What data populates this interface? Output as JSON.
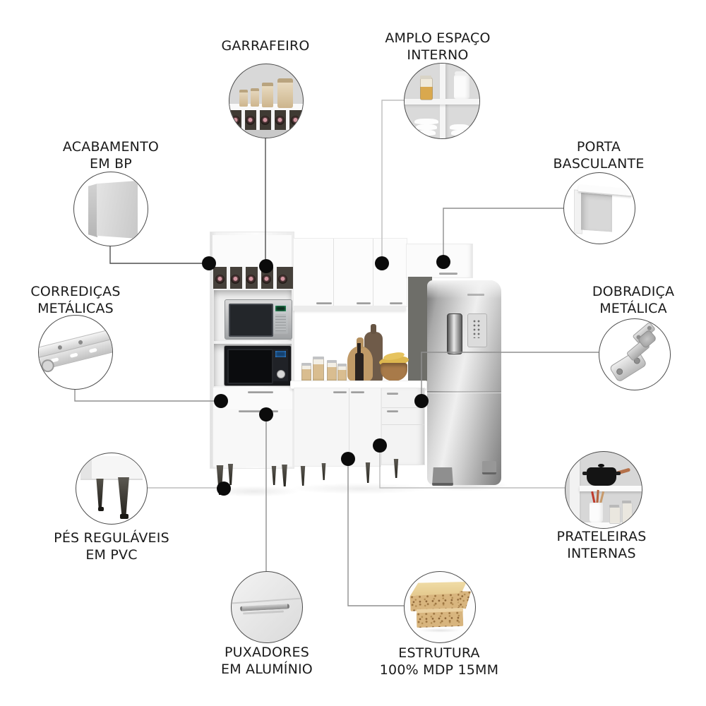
{
  "figure": {
    "type": "product-feature-callout-diagram"
  },
  "colors": {
    "dot": "#0b0b0b",
    "line_dark": "#4f4f4f",
    "line_mid": "#8f8f8f",
    "line_light": "#bdbdbd",
    "text": "#1a1a1a",
    "wood_top": "#ecd49c",
    "mdp_core": "#d8b57e",
    "cabinet_white": "#f8f8f8",
    "stainless": "#c9c9c9"
  },
  "features": [
    {
      "id": "garrafeiro",
      "label": "GARRAFEIRO"
    },
    {
      "id": "amplo-espaco",
      "label": "AMPLO ESPAÇO\nINTERNO"
    },
    {
      "id": "acabamento",
      "label": "ACABAMENTO\nEM BP"
    },
    {
      "id": "porta-basculante",
      "label": "PORTA\nBASCULANTE"
    },
    {
      "id": "corredicas",
      "label": "CORREDIÇAS\nMETÁLICAS"
    },
    {
      "id": "dobradica",
      "label": "DOBRADIÇA\nMETÁLICA"
    },
    {
      "id": "pes",
      "label": "PÉS REGULÁVEIS\nEM PVC"
    },
    {
      "id": "prateleiras",
      "label": "PRATELEIRAS\nINTERNAS"
    },
    {
      "id": "puxadores",
      "label": "PUXADORES\nEM ALUMÍNIO"
    },
    {
      "id": "estrutura",
      "label": "ESTRUTURA\n100% MDP 15MM"
    }
  ]
}
